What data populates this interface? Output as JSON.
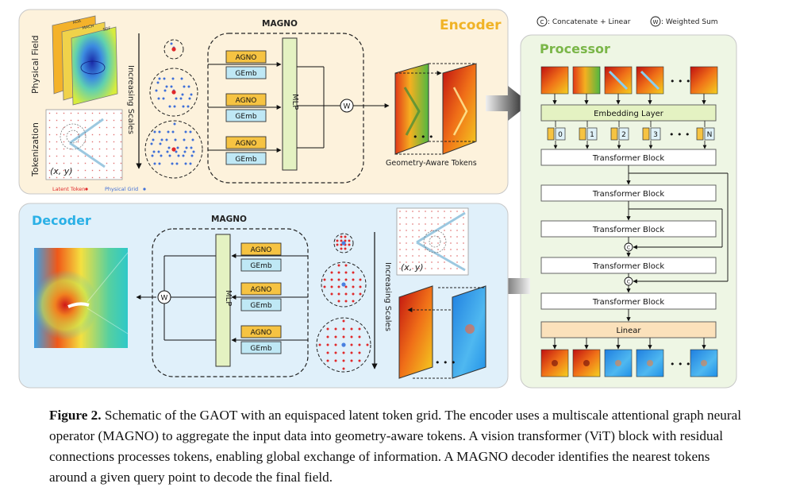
{
  "legend": {
    "concat_symbol": "C",
    "concat_label": ": Concatenate + Linear",
    "sum_symbol": "W",
    "sum_label": ": Weighted Sum"
  },
  "encoder": {
    "title": "Encoder",
    "magno_label": "MAGNO",
    "agno": "AGNO",
    "gemb": "GEmb",
    "mlp": "MLP",
    "weighted_sum": "W",
    "physical_field_label": "Physical Field",
    "field_tags": [
      "AOA",
      "MACH",
      "SDF"
    ],
    "tokenization_label": "Tokenization",
    "coords_label": "(x, y)",
    "latent_token_label": "Latent Token",
    "physical_grid_label": "Physical Grid",
    "scales_label": "Increasing Scales",
    "tokens_label": "Geometry-Aware Tokens",
    "ellipsis": "• • •"
  },
  "processor": {
    "title": "Processor",
    "embedding_layer": "Embedding Layer",
    "token_indices": [
      "0",
      "1",
      "2",
      "3",
      "N"
    ],
    "transformer_blocks": [
      "Transformer Block",
      "Transformer Block",
      "Transformer Block",
      "Transformer Block",
      "Transformer Block"
    ],
    "concat_symbol": "C",
    "linear": "Linear",
    "ellipsis": "• • •"
  },
  "decoder": {
    "title": "Decoder",
    "magno_label": "MAGNO",
    "agno": "AGNO",
    "gemb": "GEmb",
    "mlp": "MLP",
    "weighted_sum": "W",
    "scales_label": "Increasing Scales",
    "coords_label": "(x, y)",
    "ellipsis": "• • •"
  },
  "caption": {
    "figure_label": "Figure 2.",
    "text": "Schematic of the GAOT with an equispaced latent token grid. The encoder uses a multiscale attentional graph neural operator (MAGNO) to aggregate the input data into geometry-aware tokens. A vision transformer (ViT) block with residual connections processes tokens, enabling global exchange of information. A MAGNO decoder identifies the nearest tokens around a given query point to decode the final field."
  },
  "colors": {
    "encoder_bg": "#fdf2dc",
    "processor_bg": "#eef6e4",
    "decoder_bg": "#e0f0fa",
    "agno_fill": "#f6c342",
    "gemb_fill": "#bfe8f5",
    "mlp_fill": "#e4f2c2",
    "embedding_fill": "#e4f2c2",
    "linear_fill": "#fbe1bb",
    "encoder_title": "#f0b326",
    "processor_title": "#7ab648",
    "decoder_title": "#2ab0e6",
    "latent_token": "#e0282a",
    "physical_grid": "#3f6fd8"
  }
}
